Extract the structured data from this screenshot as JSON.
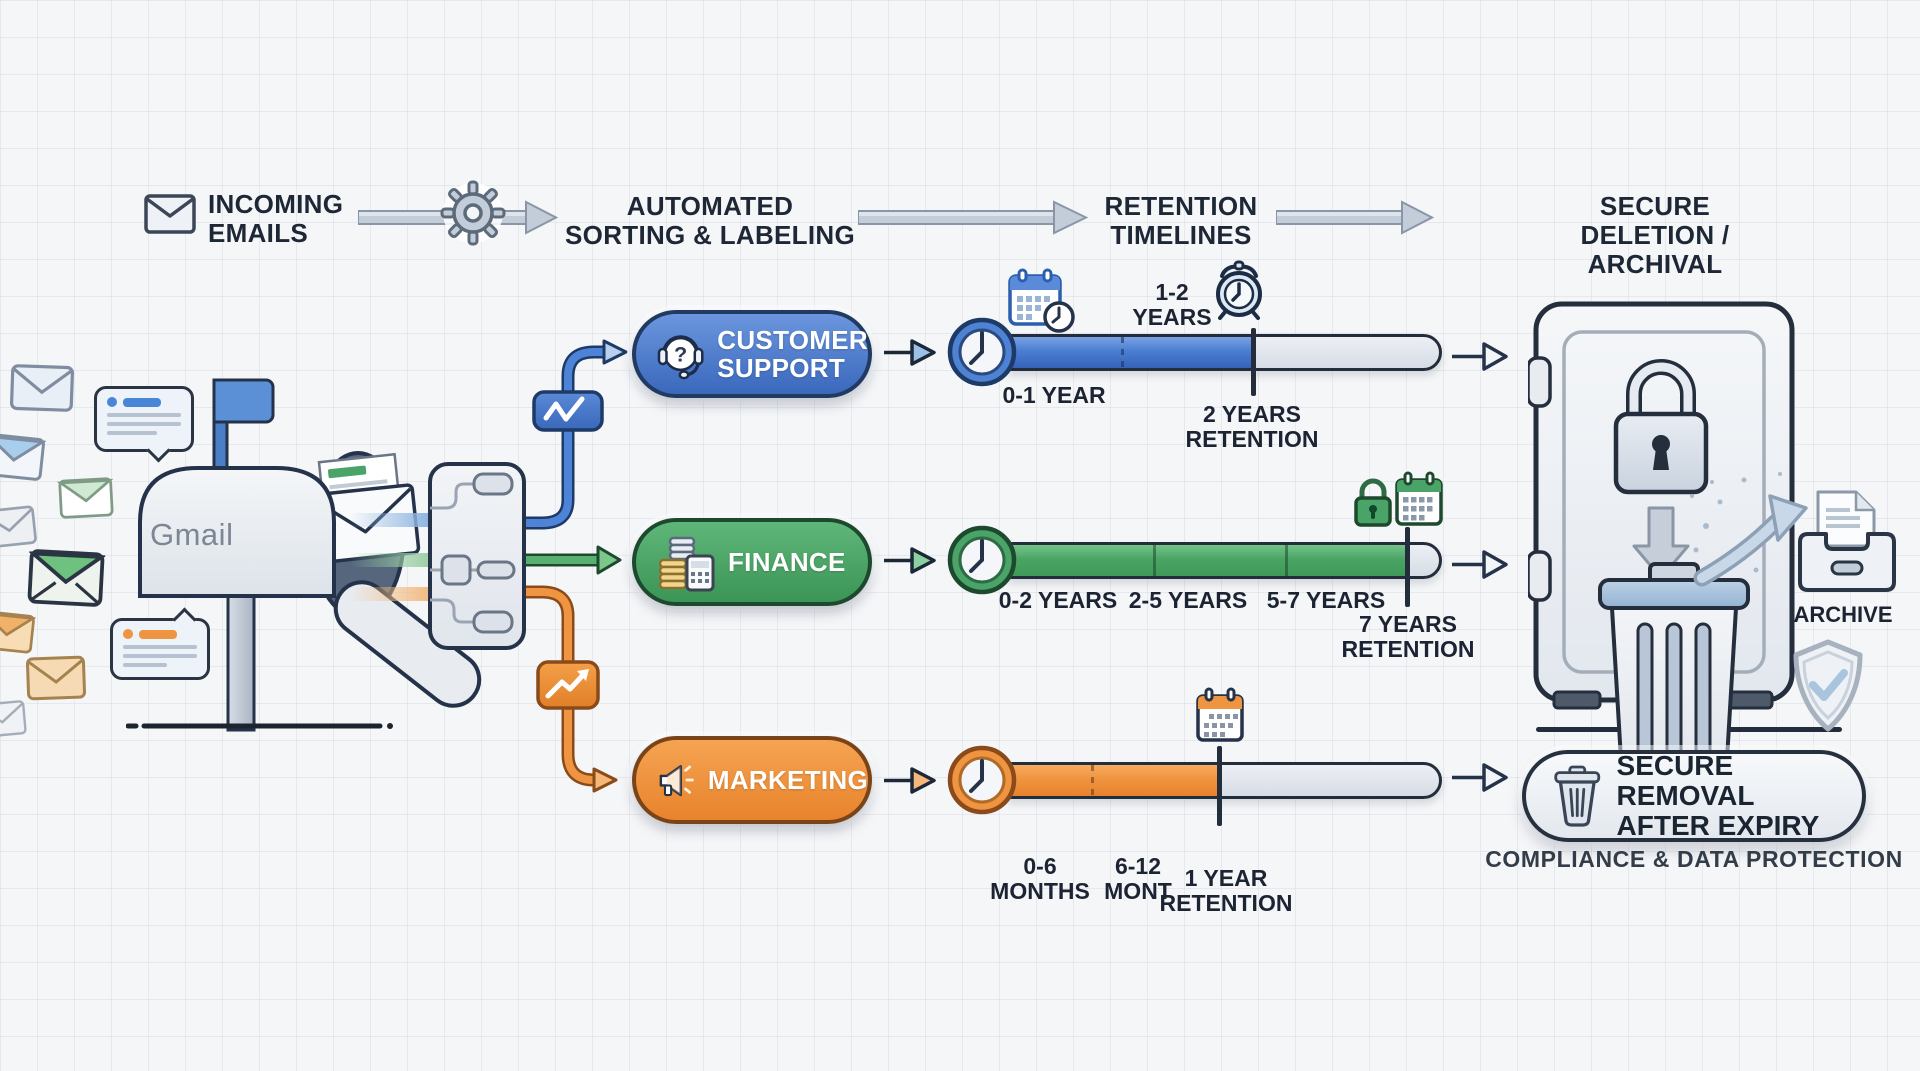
{
  "header": {
    "steps": [
      {
        "label": "INCOMING\nEMAILS"
      },
      {
        "label": "AUTOMATED\nSORTING & LABELING"
      },
      {
        "label": "RETENTION\nTIMELINES"
      },
      {
        "label": "SECURE\nDELETION / ARCHIVAL"
      }
    ]
  },
  "source": {
    "brand": "Gmail"
  },
  "categories": [
    {
      "name": "customer-support",
      "label": "CUSTOMER\nSUPPORT",
      "color": "#4a80d0",
      "icon_glyph": "?"
    },
    {
      "name": "finance",
      "label": "FINANCE",
      "color": "#4aa468"
    },
    {
      "name": "marketing",
      "label": "MARKETING",
      "color": "#ef9440"
    }
  ],
  "timelines": [
    {
      "name": "customer-support",
      "phase1": "0-1 YEAR",
      "phase2": "1-2\nYEARS",
      "retention": "2 YEARS\nRETENTION"
    },
    {
      "name": "finance",
      "phase1": "0-2 YEARS",
      "phase2": "2-5 YEARS",
      "phase3": "5-7 YEARS",
      "retention": "7 YEARS\nRETENTION"
    },
    {
      "name": "marketing",
      "phase1": "0-6\nMONTHS",
      "phase2": "6-12\nMONT",
      "retention": "1 YEAR\nRETENTION"
    }
  ],
  "archival": {
    "archive_label": "ARCHIVE",
    "secure_removal_label": "SECURE REMOVAL\nAFTER EXPIRY",
    "compliance_label": "COMPLIANCE & DATA PROTECTION"
  },
  "colors": {
    "blue": "#4a80d0",
    "green": "#4aa468",
    "orange": "#ef9440",
    "navy": "#243040",
    "track": "#e2e7ee"
  }
}
